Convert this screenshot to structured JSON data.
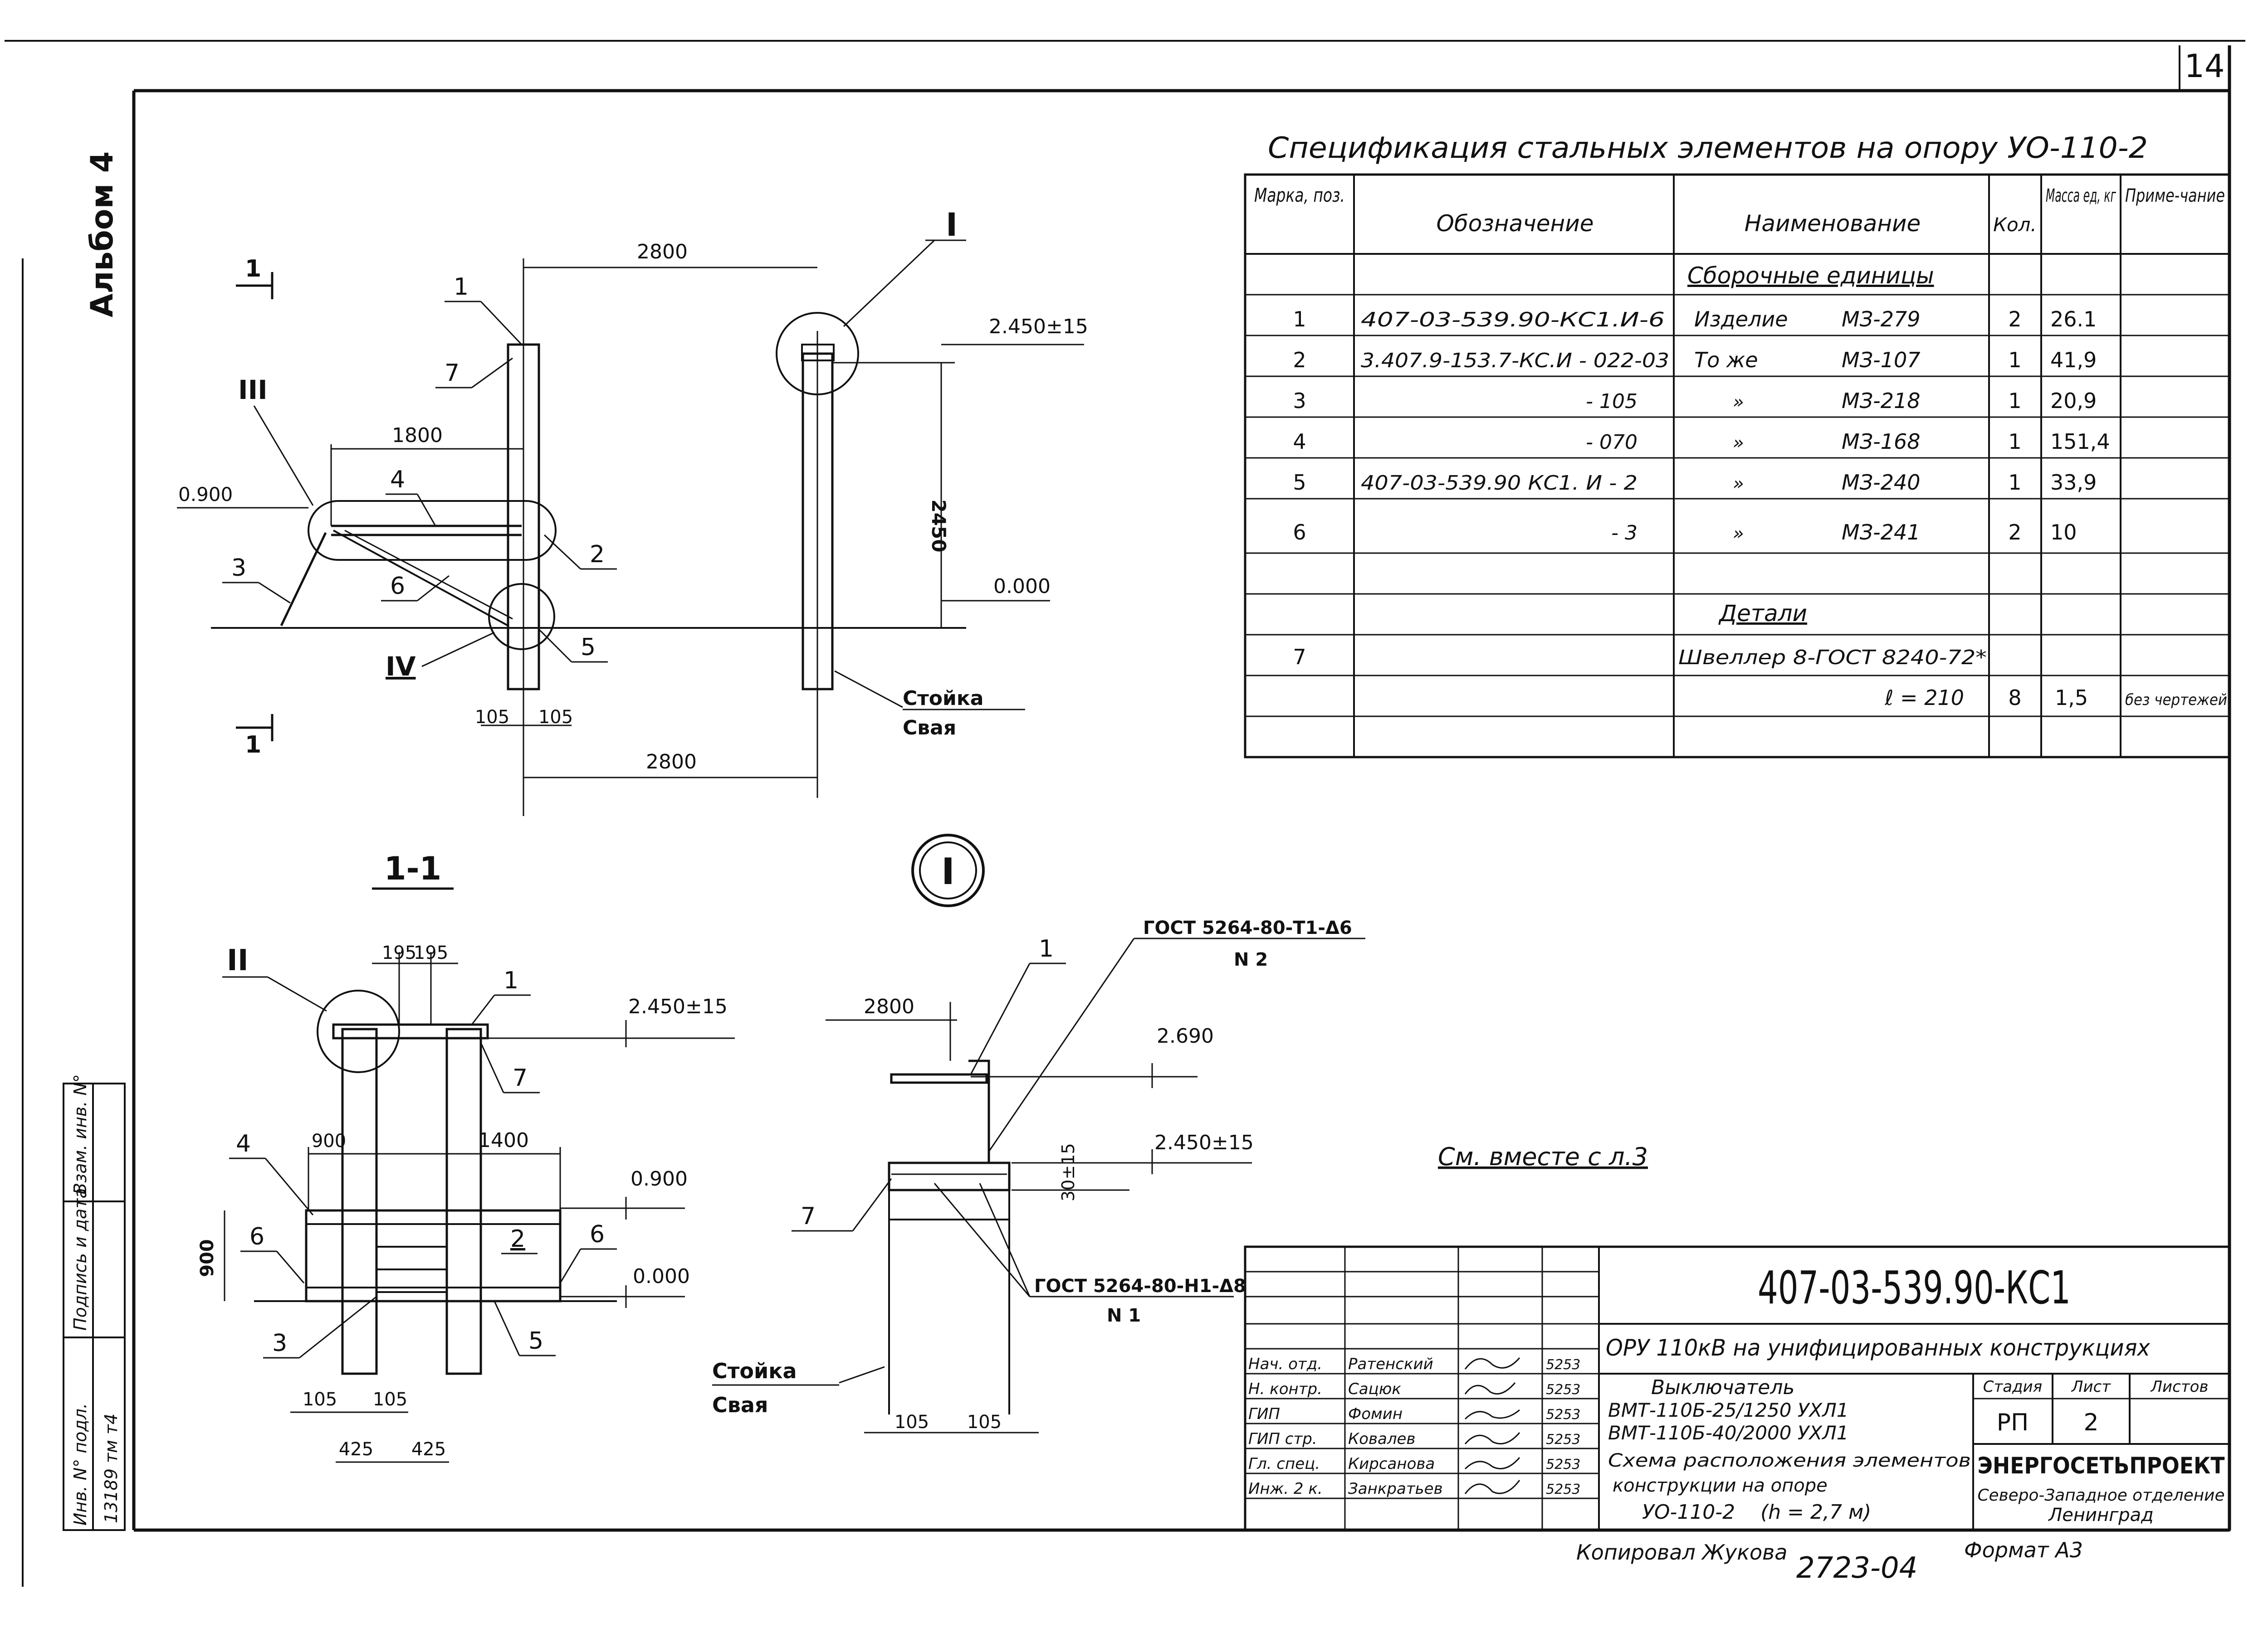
{
  "sheet": {
    "page_number": "14",
    "album": "Альбом 4",
    "copied": "Копировал Жукова",
    "format": "Формат А3",
    "handwritten_number": "2723-04"
  },
  "spec": {
    "title": "Спецификация стальных элементов на опору УО-110-2",
    "headers": [
      "Марка, поз.",
      "Обозначение",
      "Наименование",
      "Кол.",
      "Масса ед, кг",
      "Приме-чание"
    ],
    "section_assembly": "Сборочные единицы",
    "section_details": "Детали",
    "rows": [
      {
        "pos": "1",
        "designation": "407-03-539.90-КС1.И-6",
        "name": "Изделие",
        "mark": "МЗ-279",
        "qty": "2",
        "mass": "26.1",
        "note": ""
      },
      {
        "pos": "2",
        "designation": "3.407.9-153.7-КС.И - 022-03",
        "name": "То же",
        "mark": "МЗ-107",
        "qty": "1",
        "mass": "41,9",
        "note": ""
      },
      {
        "pos": "3",
        "designation": "- 105",
        "name": "»",
        "mark": "МЗ-218",
        "qty": "1",
        "mass": "20,9",
        "note": ""
      },
      {
        "pos": "4",
        "designation": "- 070",
        "name": "»",
        "mark": "МЗ-168",
        "qty": "1",
        "mass": "151,4",
        "note": ""
      },
      {
        "pos": "5",
        "designation": "407-03-539.90 КС1. И - 2",
        "name": "»",
        "mark": "МЗ-240",
        "qty": "1",
        "mass": "33,9",
        "note": ""
      },
      {
        "pos": "6",
        "designation": "- 3",
        "name": "»",
        "mark": "МЗ-241",
        "qty": "2",
        "mass": "10",
        "note": ""
      }
    ],
    "detail_row": {
      "pos": "7",
      "name": "Швеллер 8-ГОСТ 8240-72*",
      "length": "ℓ = 210",
      "qty": "8",
      "mass": "1,5",
      "note": "без чертежей"
    }
  },
  "views": {
    "main_view": {
      "section_mark": "1",
      "section_mark_bottom": "1",
      "circle_I": "I",
      "circle_III": "III",
      "circle_IV": "IV",
      "dim_2800_top": "2800",
      "dim_2800_bottom": "2800",
      "dim_1800": "1800",
      "dim_105_left": "105",
      "dim_105_right": "105",
      "level_0900": "0.900",
      "level_top": "2.450±15",
      "level_zero": "0.000",
      "dim_vertical": "2450",
      "labels": {
        "p1": "1",
        "p7": "7",
        "p4": "4",
        "p3": "3",
        "p6": "6",
        "p2": "2",
        "p5": "5"
      },
      "stoika": "Стойка",
      "svaya": "Свая"
    },
    "section_1_1": {
      "title": "1-1",
      "circle_II": "II",
      "dim_195_a": "195",
      "dim_195_b": "195",
      "dim_900": "900",
      "dim_1400": "1400",
      "dim_900_v": "900",
      "dim_105_a": "105",
      "dim_105_b": "105",
      "dim_425_a": "425",
      "dim_425_b": "425",
      "level_top": "2.450±15",
      "level_0900": "0.900",
      "level_zero": "0.000",
      "labels": {
        "p4": "4",
        "p6a": "6",
        "p3": "3",
        "p1": "1",
        "p7": "7",
        "p2": "2",
        "p6b": "6",
        "p5": "5"
      }
    },
    "node_I": {
      "circle": "I",
      "weld_top": "ГОСТ 5264-80-Т1-Δ6",
      "weld_top_n": "N 2",
      "weld_bottom": "ГОСТ 5264-80-Н1-Δ8",
      "weld_bottom_n": "N 1",
      "dim_2800": "2800",
      "level_2690": "2.690",
      "level_2450": "2.450±15",
      "dim_30": "30±15",
      "label_1": "1",
      "label_7": "7",
      "dim_105_a": "105",
      "dim_105_b": "105",
      "stoika": "Стойка",
      "svaya": "Свая"
    },
    "see_also": "См. вместе с л.3"
  },
  "title_block": {
    "code": "407-03-539.90-КС1",
    "project": "ОРУ 110кВ на унифицированных конструкциях",
    "item_lines": [
      "Выключатель",
      "ВМТ-110Б-25/1250 УХЛ1",
      "ВМТ-110Б-40/2000 УХЛ1"
    ],
    "drawing_lines": [
      "Схема расположения элементов",
      "конструкции на опоре",
      "УО-110-2    (h = 2,7 м)"
    ],
    "stage_header": "Стадия",
    "sheet_header": "Лист",
    "sheets_header": "Листов",
    "stage": "РП",
    "sheet": "2",
    "org_lines": [
      "ЭНЕРГОСЕТЬПРОЕКТ",
      "Северо-Западное отделение",
      "Ленинград"
    ],
    "signers": [
      {
        "role": "Нач. отд.",
        "name": "Ратенский",
        "date": "5253"
      },
      {
        "role": "Н. контр.",
        "name": "Сацюк",
        "date": "5253"
      },
      {
        "role": "ГИП",
        "name": "Фомин",
        "date": "5253"
      },
      {
        "role": "ГИП стр.",
        "name": "Ковалев",
        "date": "5253"
      },
      {
        "role": "Гл. спец.",
        "name": "Кирсанова",
        "date": "5253"
      },
      {
        "role": "Инж. 2 к.",
        "name": "Занкратьев",
        "date": "5253"
      }
    ]
  },
  "side_stamp": {
    "labels": [
      "Инв. N° подл.",
      "Подпись и дата",
      "Взам. инв. N°"
    ],
    "inventory": "13189 тм т4"
  }
}
